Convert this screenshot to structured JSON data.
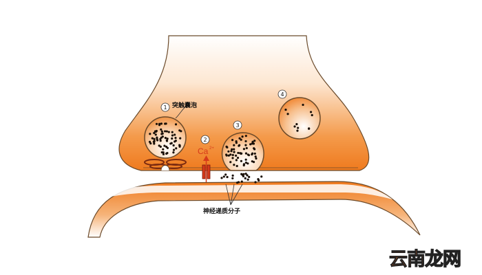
{
  "labels": {
    "vesicle_label": "突触囊泡",
    "ion_label": "Ca",
    "ion_charge": "2+",
    "neurotransmitter_label": "神经递质分子",
    "markers": [
      "1",
      "2",
      "3",
      "4"
    ]
  },
  "watermark": {
    "part1": "云南",
    "part2": "龙网"
  },
  "colors": {
    "orange": "#ef7a1e",
    "membrane": "#7a4a1e",
    "ion": "#d63a1a"
  }
}
